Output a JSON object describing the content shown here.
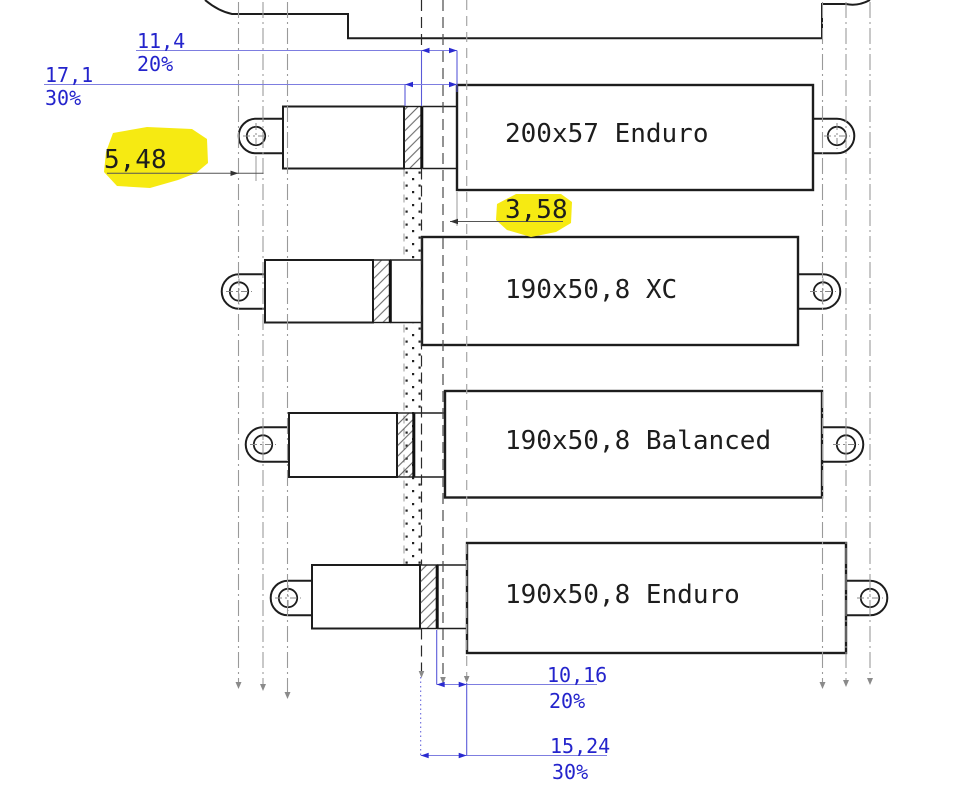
{
  "view": {
    "type": "cad-shock-comparison-drawing",
    "background": "#ffffff"
  },
  "shocks": [
    {
      "label": "200x57 Enduro"
    },
    {
      "label": "190x50,8 XC"
    },
    {
      "label": "190x50,8 Balanced"
    },
    {
      "label": "190x50,8 Enduro"
    }
  ],
  "dims": {
    "top_sag20": {
      "value": "11,4",
      "pct": "20%"
    },
    "top_sag30": {
      "value": "17,1",
      "pct": "30%"
    },
    "eye_offset": {
      "value": "5,48",
      "highlighted": true
    },
    "can_offset": {
      "value": "3,58",
      "highlighted": true
    },
    "bot_sag20": {
      "value": "10,16",
      "pct": "20%"
    },
    "bot_sag30": {
      "value": "15,24",
      "pct": "30%"
    }
  },
  "colors": {
    "dimension_text_blue": "#2424cc",
    "dimension_line_blue": "#7d7de0",
    "highlight_yellow": "#f6ea12",
    "outline_black": "#1d1d1d",
    "centerline_gray": "#9a9a9a"
  }
}
